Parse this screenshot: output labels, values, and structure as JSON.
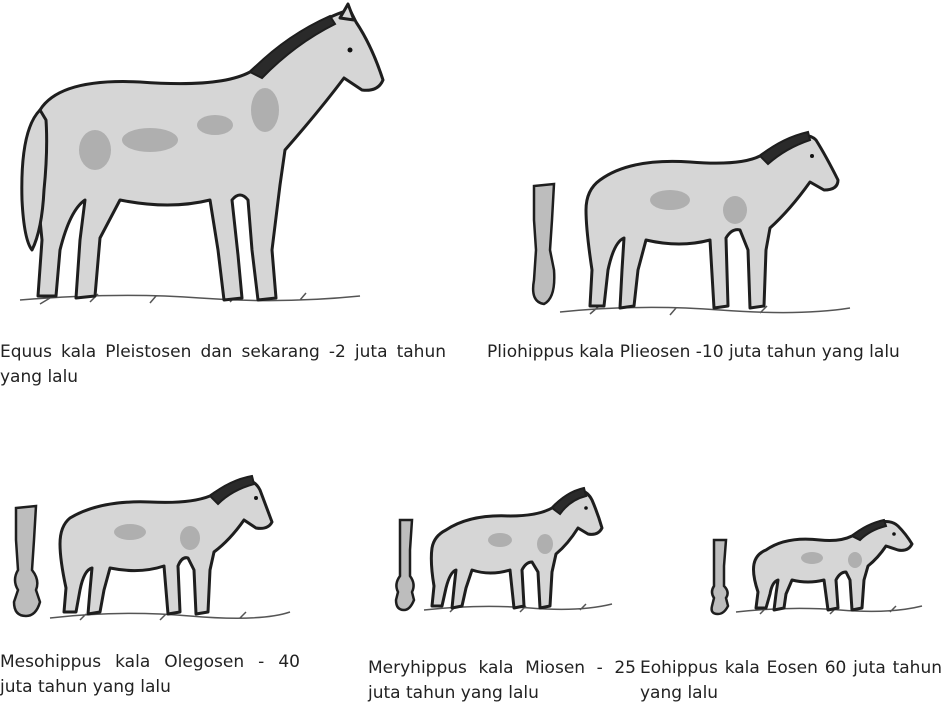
{
  "figures": [
    {
      "name": "Equus",
      "caption": "Equus kala Pleistosen dan sekarang -2 juta tahun yang lalu"
    },
    {
      "name": "Pliohippus",
      "caption": "Pliohippus kala Plieosen -10 juta tahun yang lalu"
    },
    {
      "name": "Mesohippus",
      "caption": "Mesohippus kala Olegosen - 40 juta tahun yang lalu"
    },
    {
      "name": "Meryhippus",
      "caption": "Meryhippus kala Miosen - 25 juta tahun yang lalu"
    },
    {
      "name": "Eohippus",
      "caption": "Eohippus kala Eosen 60 juta tahun yang lalu"
    }
  ]
}
